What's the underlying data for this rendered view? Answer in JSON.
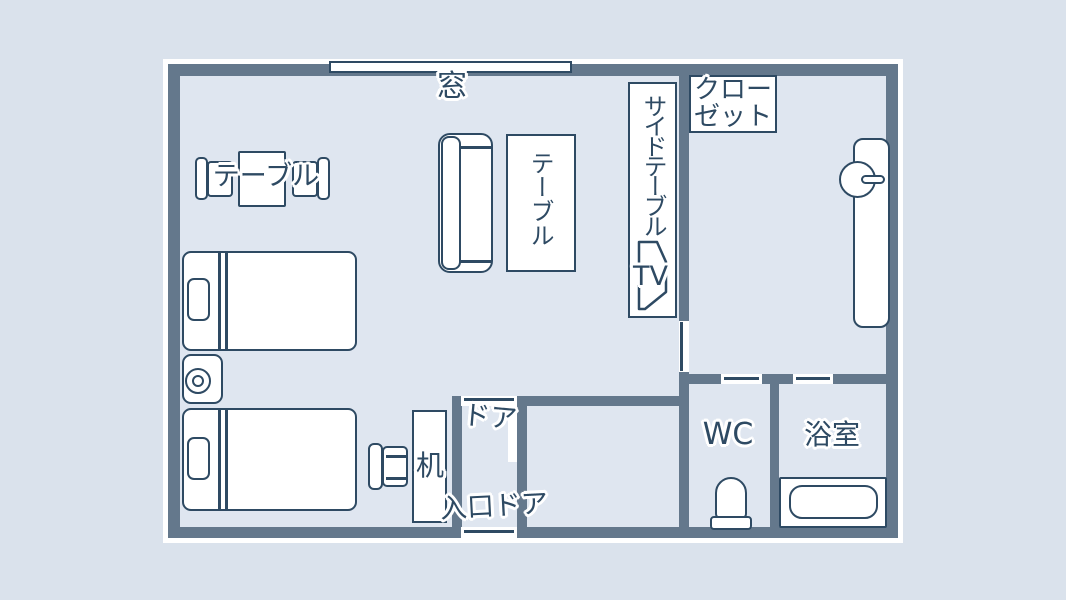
{
  "colors": {
    "background": "#dae2ec",
    "floor": "#dfe6f0",
    "wall": "#64788c",
    "line": "#2e4a63",
    "opening": "#ffffff"
  },
  "labels": {
    "window": "窓",
    "dining_table": "テーブル",
    "center_table": "テーブル",
    "side_table": "サイドテーブル",
    "tv": "TV",
    "closet_line1": "クロー",
    "closet_line2": "ゼット",
    "interior_door": "ドア",
    "entrance_door": "入口ドア",
    "desk": "机",
    "wc": "WC",
    "bathroom": "浴室"
  }
}
